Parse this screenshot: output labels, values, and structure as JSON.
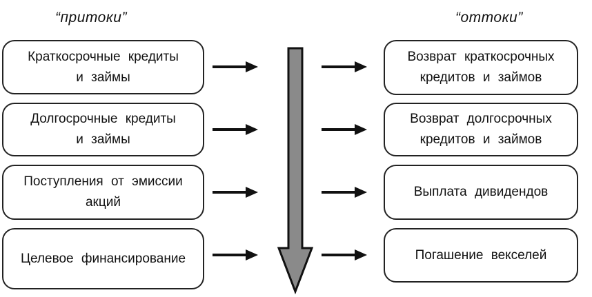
{
  "headings": {
    "inflows": "“притоки”",
    "outflows": "“оттоки”"
  },
  "inflows": [
    {
      "lines": [
        "Краткосрочные   кредиты",
        "и займы"
      ]
    },
    {
      "lines": [
        "Долгосрочные  кредиты",
        "и займы"
      ]
    },
    {
      "lines": [
        "Поступления  от  эмиссии",
        "акций"
      ]
    },
    {
      "lines": [
        "Целевое    финансирование"
      ]
    }
  ],
  "outflows": [
    {
      "lines": [
        "Возврат  краткосрочных",
        "кредитов  и  займов"
      ]
    },
    {
      "lines": [
        "Возврат   долгосрочных",
        "кредитов  и  займов"
      ]
    },
    {
      "lines": [
        "Выплата  дивидендов"
      ]
    },
    {
      "lines": [
        "Погашение   векселей"
      ]
    }
  ],
  "colors": {
    "central_arrow_fill": "#8a8a8a",
    "stroke": "#111111"
  },
  "icons": {
    "flow_arrow": "right-arrow-icon",
    "central_arrow": "down-arrow-icon"
  }
}
